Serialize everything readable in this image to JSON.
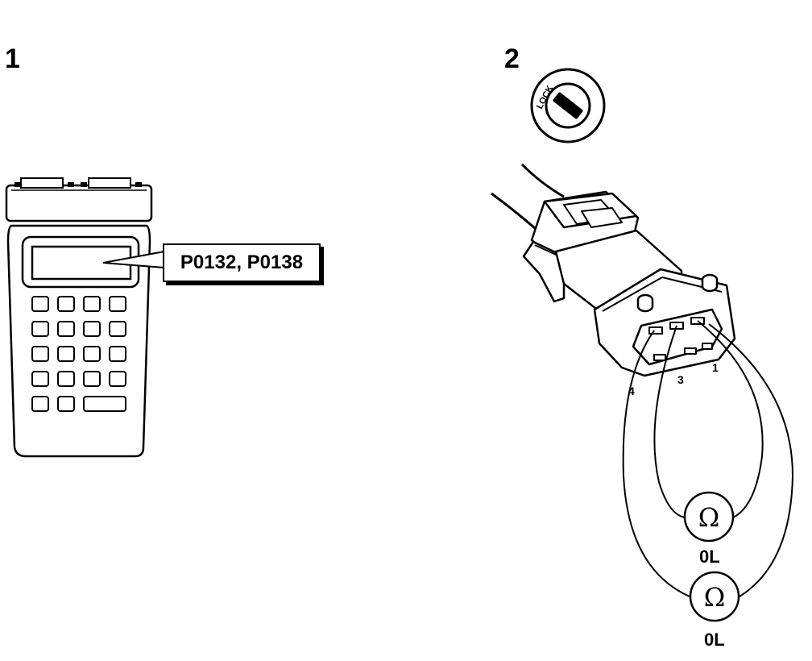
{
  "steps": [
    {
      "number": "1",
      "callout_text": "P0132, P0138"
    },
    {
      "number": "2"
    }
  ],
  "ignition": {
    "label": "LOCK"
  },
  "connector": {
    "pin_labels": [
      "4",
      "3",
      "1"
    ]
  },
  "ohmmeters": [
    {
      "symbol": "Ω",
      "reading": "0L"
    },
    {
      "symbol": "Ω",
      "reading": "0L"
    }
  ]
}
